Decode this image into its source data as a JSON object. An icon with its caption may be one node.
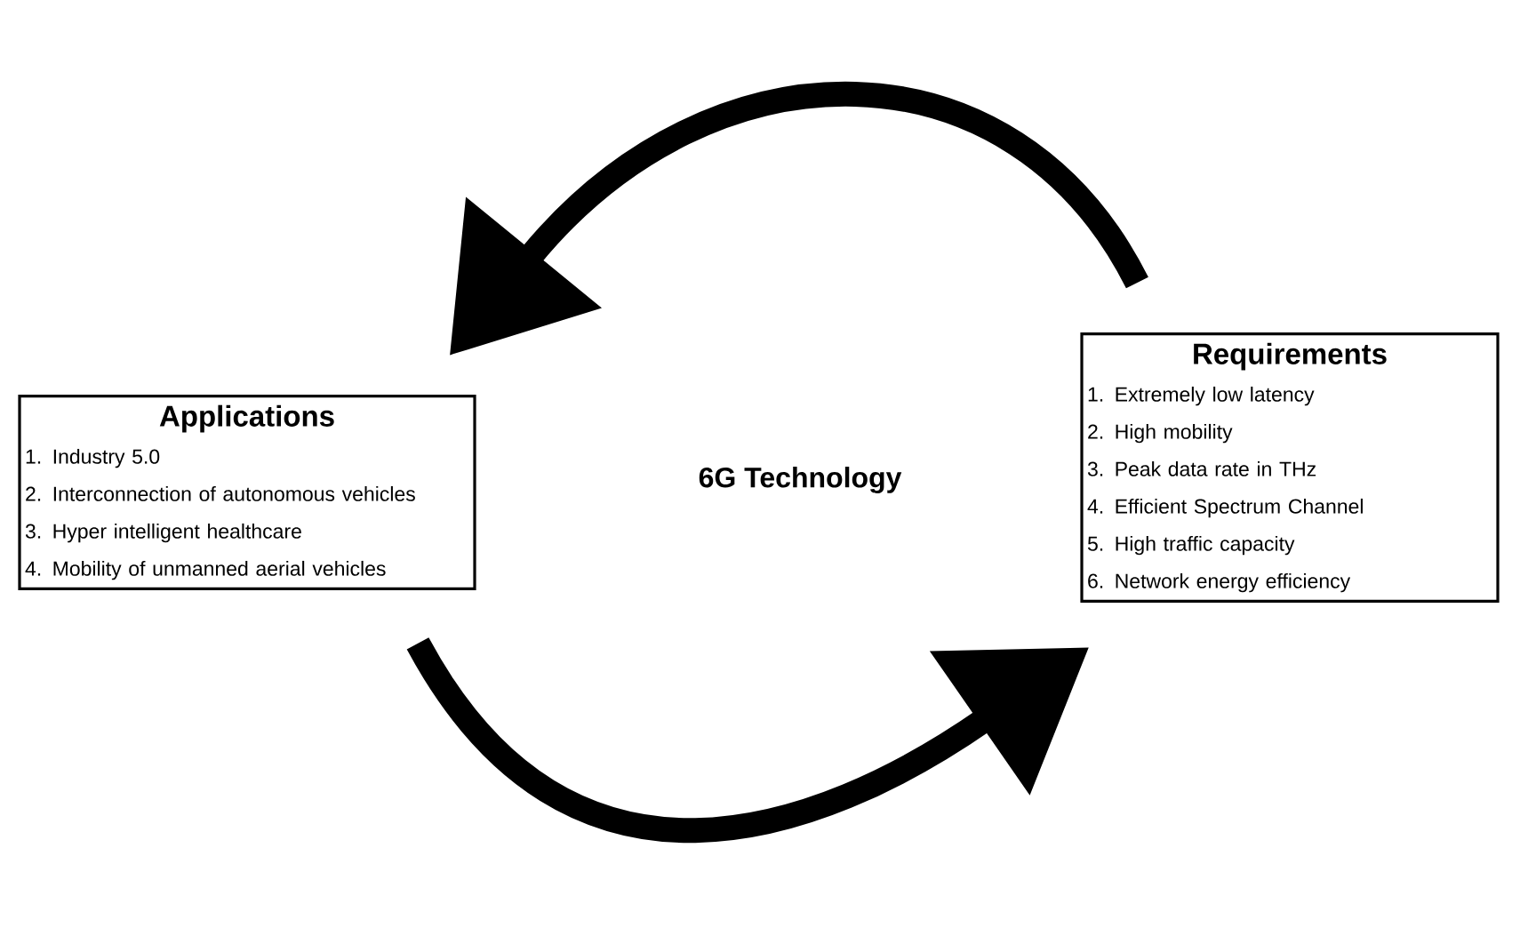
{
  "diagram": {
    "nodes": [
      {
        "text": [
          "Applications",
          "1. Industry 5.0",
          "2. Interconnection of autonomous vehicles",
          "3. Hyper intelligent healthcare",
          "4. Mobility of unmanned aerial vehicles"
        ]
      },
      {
        "text": [
          "Requirements",
          "1. Extremely low latency",
          "2. High mobility",
          "3. Peak data rate in THz",
          "4. Efficient Spectrum Channel",
          "5. High traffic capacity",
          "6. Network energy efficiency"
        ]
      }
    ],
    "edges": [
      {
        "from": 1,
        "to": 0,
        "arrow": "to"
      },
      {
        "from": 0,
        "to": 1,
        "arrow": "to"
      }
    ],
    "labels": [
      "6G Technology"
    ]
  }
}
